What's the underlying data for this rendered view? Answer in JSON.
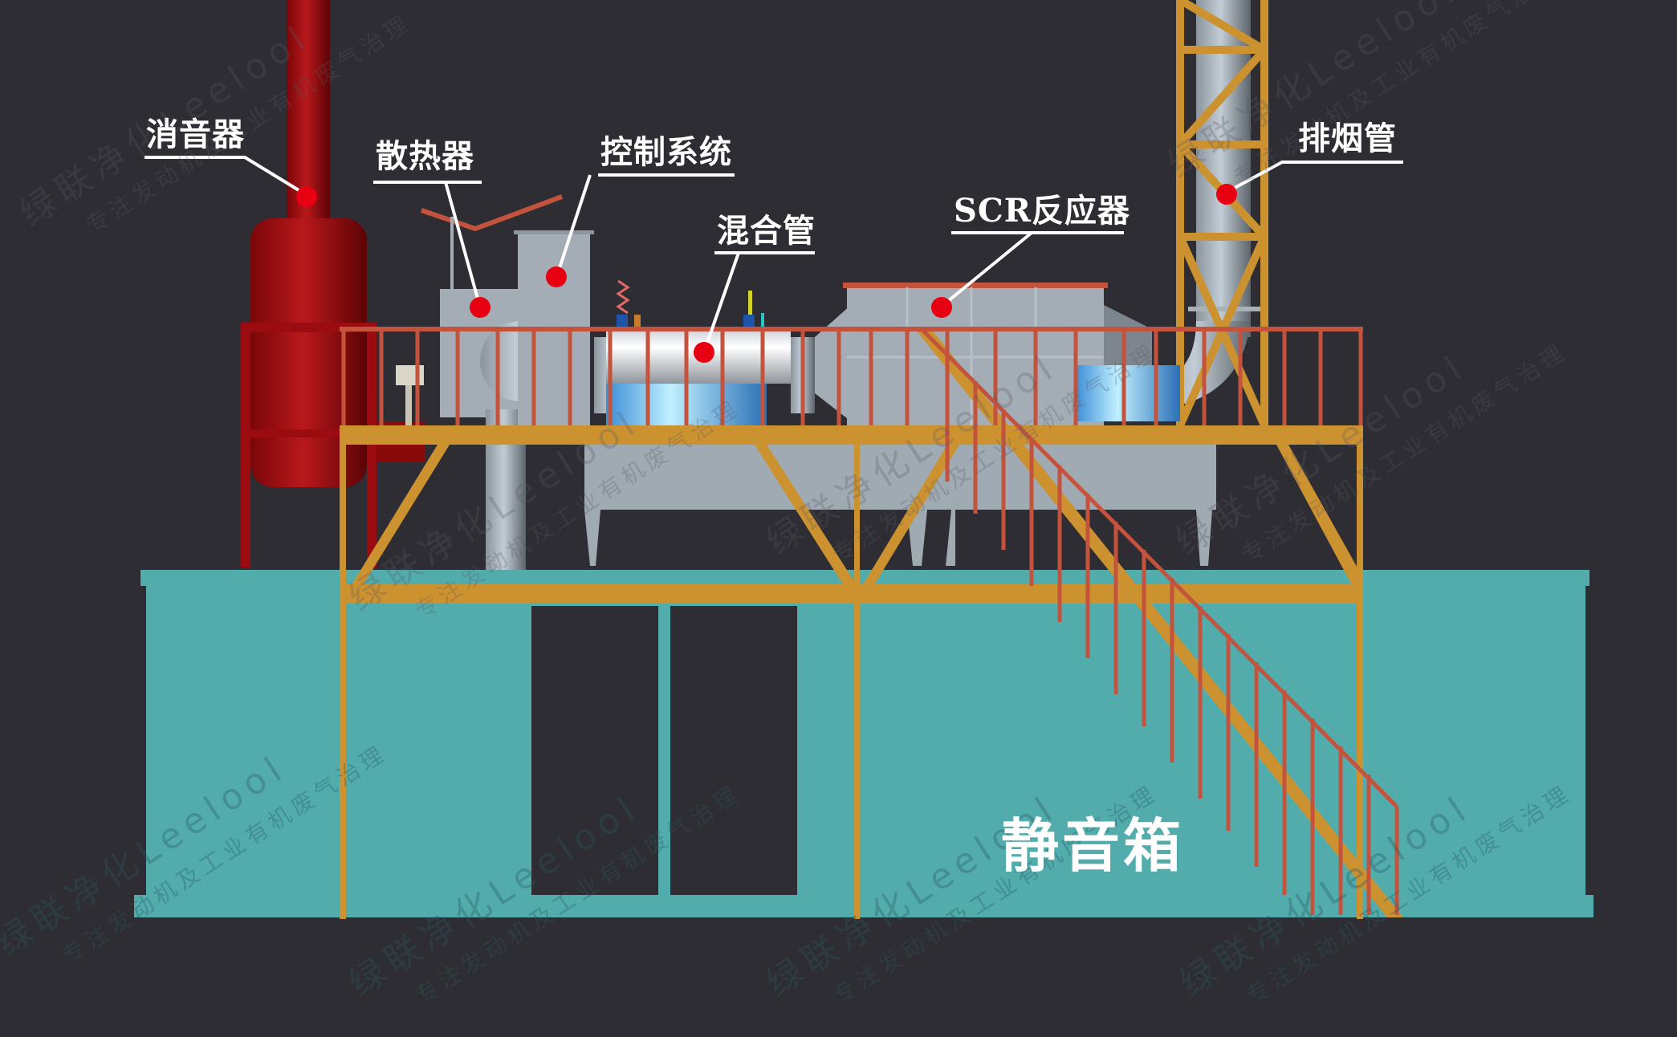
{
  "diagram": {
    "labels": {
      "muffler": "消音器",
      "radiator": "散热器",
      "control_system": "控制系统",
      "mixing_pipe": "混合管",
      "scr_reactor": "SCR反应器",
      "exhaust_pipe": "排烟管",
      "silent_box": "静音箱"
    },
    "watermark": {
      "main": "绿联净化Leelool",
      "sub": "专注发动机及工业有机废气治理"
    },
    "colors": {
      "background": "#2e2d33",
      "silent_box_teal": "#52acac",
      "frame_orange": "#cc922f",
      "railing_red": "#c4533e",
      "muffler_red": "#a30f12",
      "equipment_gray": "#9ea8b1",
      "marker_red": "#e60012",
      "label_white": "#ffffff",
      "fan_blue": "#5aaee6"
    }
  }
}
